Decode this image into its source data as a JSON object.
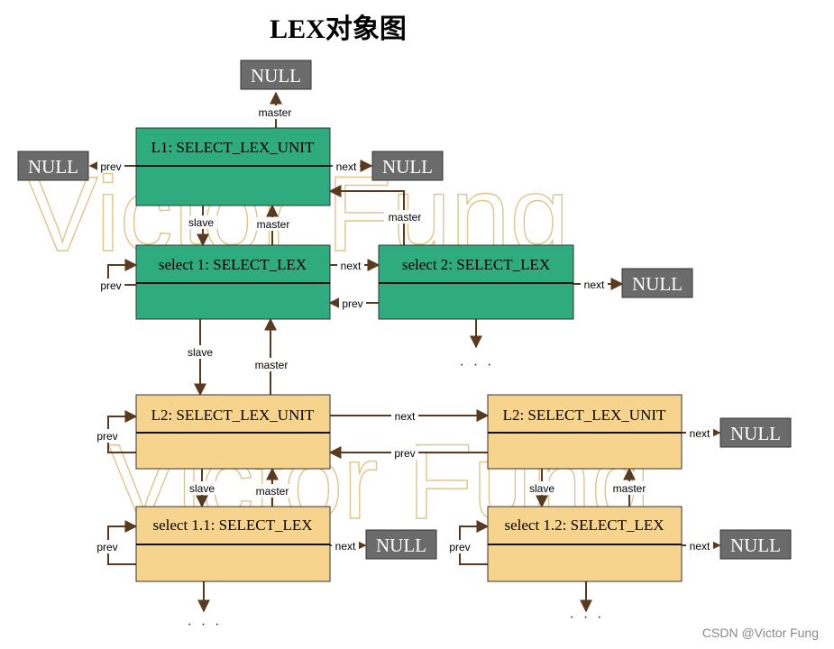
{
  "title": "LEX对象图",
  "watermark": "Victor Fung",
  "credit": "CSDN @Victor Fung",
  "colors": {
    "unit_green": "#2eac7f",
    "select_green": "#2eac7f",
    "unit_tan": "#f6d48d",
    "select_tan": "#f6d48d",
    "null_box": "#6b6b6b",
    "arrow": "#5a3a1e"
  },
  "labels": {
    "null": "NULL",
    "master": "master",
    "slave": "slave",
    "next": "next",
    "prev": "prev",
    "ellipsis": "· · ·"
  },
  "nodes": {
    "l1": "L1: SELECT_LEX_UNIT",
    "sel1": "select 1: SELECT_LEX",
    "sel2": "select 2: SELECT_LEX",
    "l2a": "L2: SELECT_LEX_UNIT",
    "l2b": "L2: SELECT_LEX_UNIT",
    "sel11": "select 1.1: SELECT_LEX",
    "sel12": "select 1.2: SELECT_LEX"
  }
}
